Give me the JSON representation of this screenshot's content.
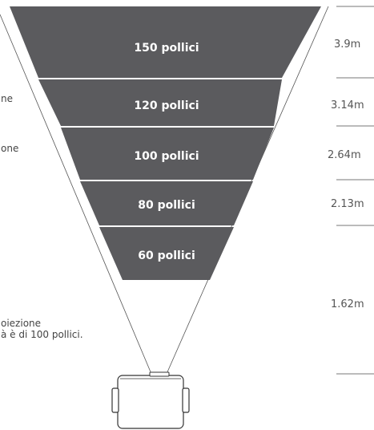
{
  "screens": [
    {
      "size_label": "150 pollici",
      "distance": "3.9m"
    },
    {
      "size_label": "120 pollici",
      "distance": "3.14m"
    },
    {
      "size_label": "100 pollici",
      "distance": "2.64m"
    },
    {
      "size_label": "80 pollici",
      "distance": "2.13m"
    },
    {
      "size_label": "60 pollici",
      "distance": "1.62m"
    }
  ],
  "side_notes": {
    "note_1": "ne",
    "note_2": "one",
    "note_3_line1": "oiezione",
    "note_3_line2": "à è di 100 pollici."
  },
  "colors": {
    "screen_fill": "#5b5b5e",
    "screen_edge": "#ffffff",
    "beam_line": "#555555",
    "divider": "#777777",
    "projector_stroke": "#333333"
  }
}
